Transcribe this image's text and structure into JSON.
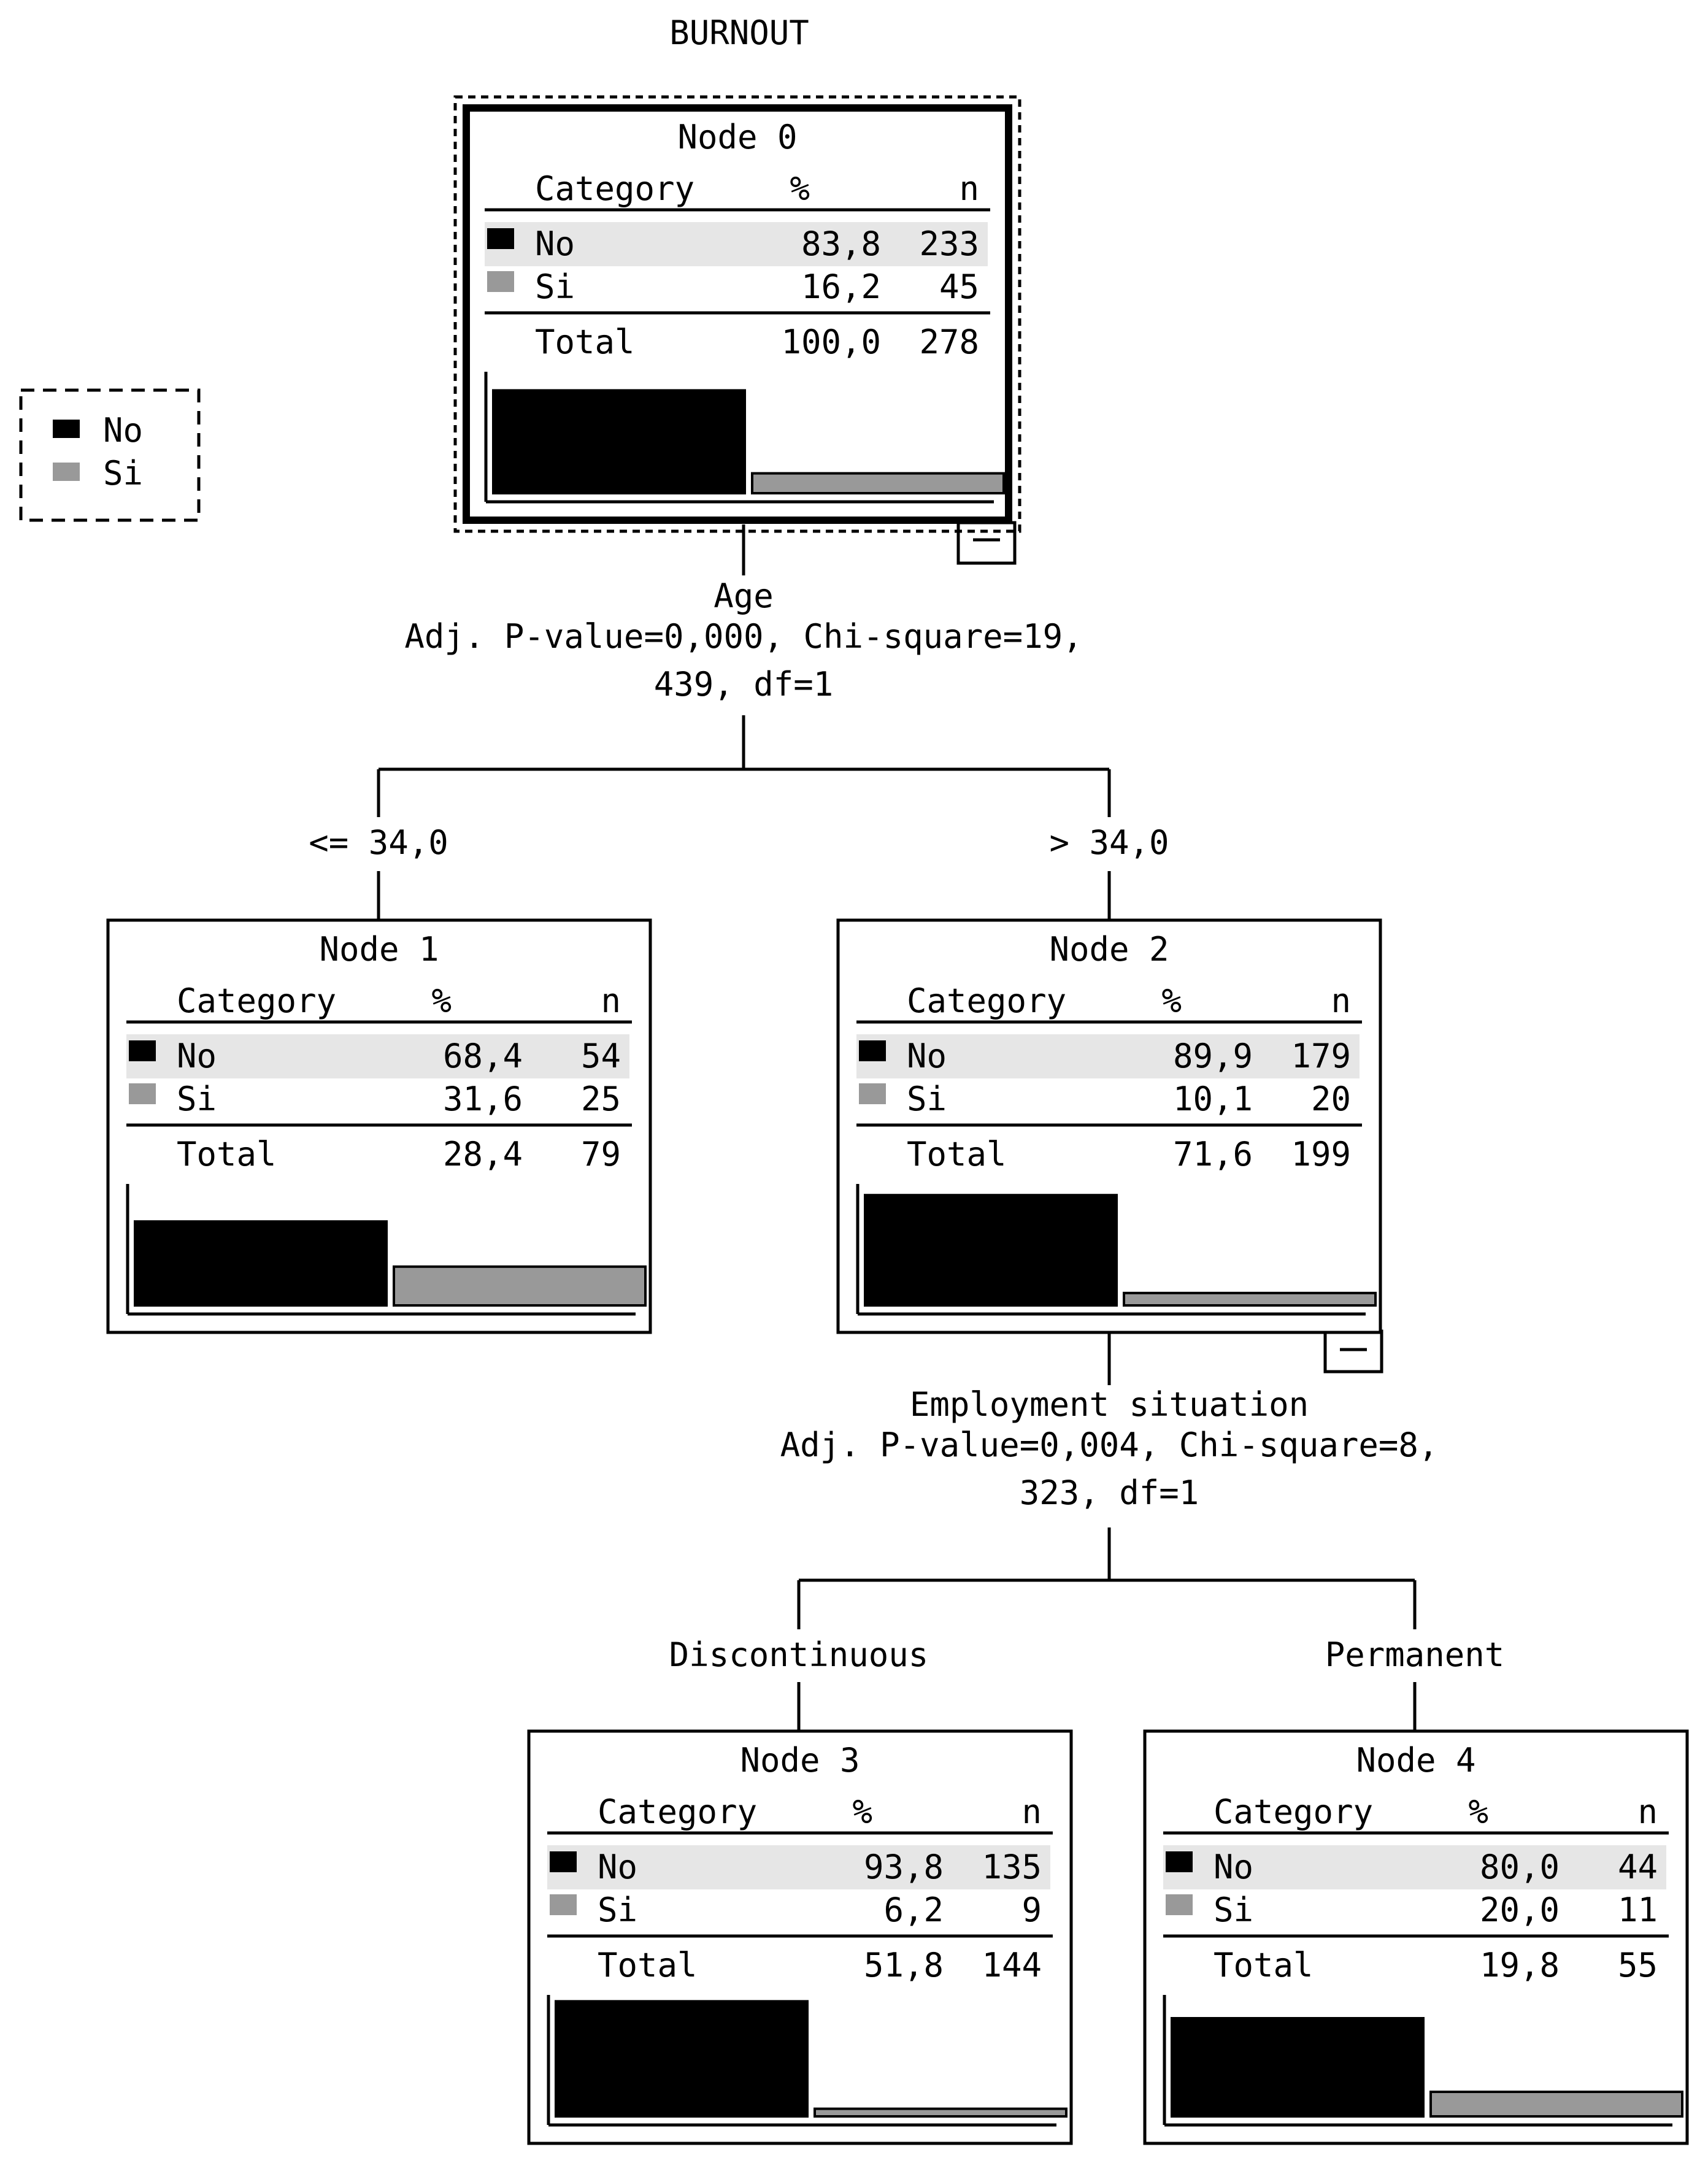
{
  "title": "BURNOUT",
  "colors": {
    "no": "#000000",
    "si": "#999999",
    "row_highlight": "#e6e6e6"
  },
  "legend": {
    "items": [
      {
        "label": "No"
      },
      {
        "label": "Si"
      }
    ]
  },
  "table_headers": {
    "category": "Category",
    "pct": "%",
    "n": "n"
  },
  "total_label": "Total",
  "collapse_label": "−",
  "nodes": [
    {
      "id": "node-0",
      "title": "Node 0",
      "rows": [
        {
          "category": "No",
          "pct": "83,8",
          "n": "233"
        },
        {
          "category": "Si",
          "pct": "16,2",
          "n": "45"
        }
      ],
      "total": {
        "pct": "100,0",
        "n": "278"
      },
      "bars": {
        "no": 0.838,
        "si": 0.162
      }
    },
    {
      "id": "node-1",
      "title": "Node 1",
      "rows": [
        {
          "category": "No",
          "pct": "68,4",
          "n": "54"
        },
        {
          "category": "Si",
          "pct": "31,6",
          "n": "25"
        }
      ],
      "total": {
        "pct": "28,4",
        "n": "79"
      },
      "bars": {
        "no": 0.684,
        "si": 0.316
      }
    },
    {
      "id": "node-2",
      "title": "Node 2",
      "rows": [
        {
          "category": "No",
          "pct": "89,9",
          "n": "179"
        },
        {
          "category": "Si",
          "pct": "10,1",
          "n": "20"
        }
      ],
      "total": {
        "pct": "71,6",
        "n": "199"
      },
      "bars": {
        "no": 0.899,
        "si": 0.101
      }
    },
    {
      "id": "node-3",
      "title": "Node 3",
      "rows": [
        {
          "category": "No",
          "pct": "93,8",
          "n": "135"
        },
        {
          "category": "Si",
          "pct": "6,2",
          "n": "9"
        }
      ],
      "total": {
        "pct": "51,8",
        "n": "144"
      },
      "bars": {
        "no": 0.938,
        "si": 0.062
      }
    },
    {
      "id": "node-4",
      "title": "Node 4",
      "rows": [
        {
          "category": "No",
          "pct": "80,0",
          "n": "44"
        },
        {
          "category": "Si",
          "pct": "20,0",
          "n": "11"
        }
      ],
      "total": {
        "pct": "19,8",
        "n": "55"
      },
      "bars": {
        "no": 0.8,
        "si": 0.2
      }
    }
  ],
  "splits": [
    {
      "id": "split-age",
      "variable": "Age",
      "stats_line1": "Adj. P-value=0,000, Chi-square=19,",
      "stats_line2": "439, df=1",
      "branches": [
        "<= 34,0",
        "> 34,0"
      ]
    },
    {
      "id": "split-employment",
      "variable": "Employment situation",
      "stats_line1": "Adj. P-value=0,004, Chi-square=8,",
      "stats_line2": "323, df=1",
      "branches": [
        "Discontinuous",
        "Permanent"
      ]
    }
  ]
}
